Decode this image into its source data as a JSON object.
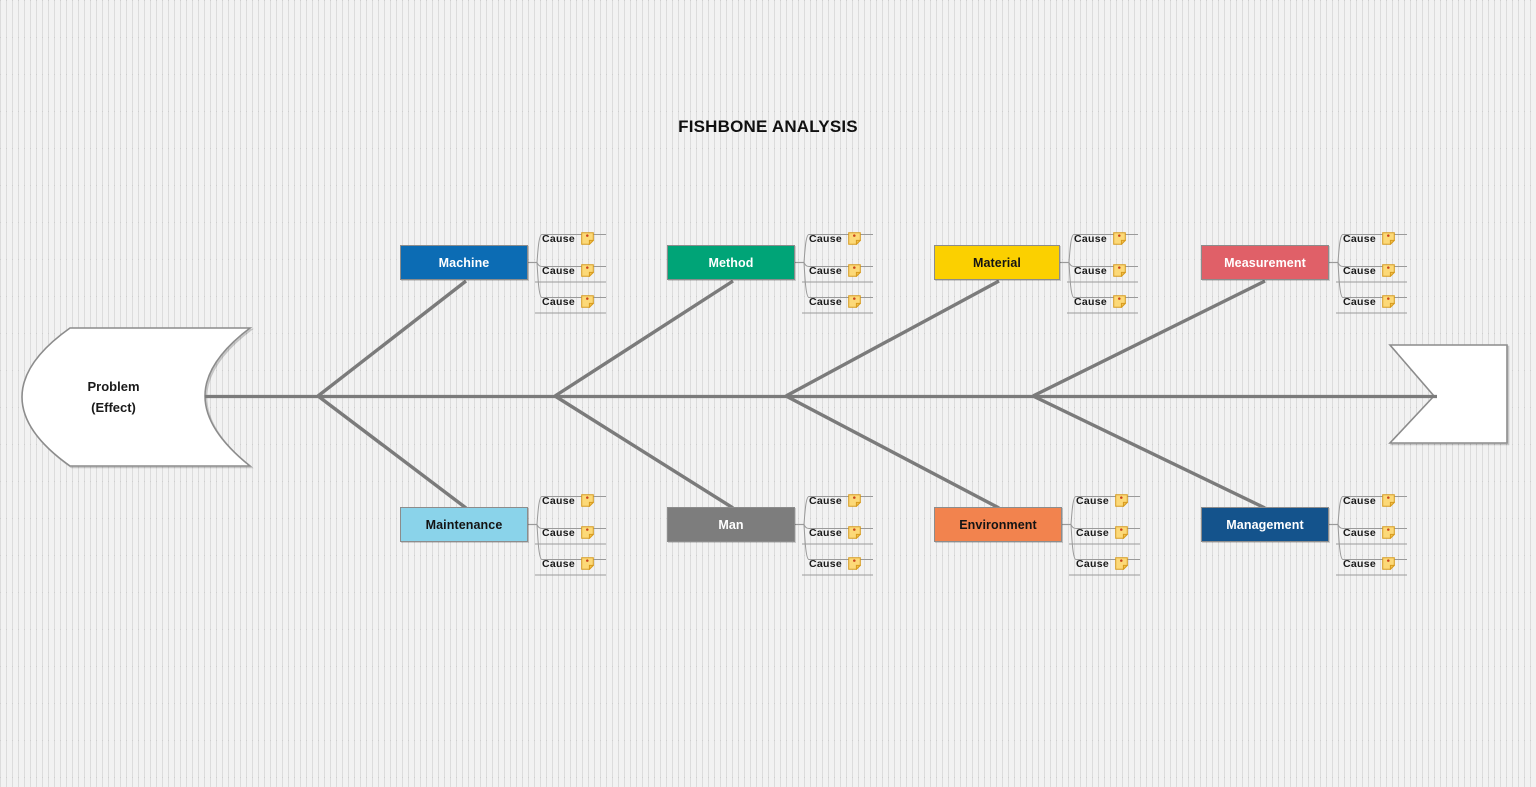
{
  "diagram": {
    "title": "FISHBONE ANALYSIS",
    "effect": {
      "label": "Problem\n(Effect)",
      "name": "problem-effect-shape"
    },
    "head": {
      "label": "",
      "name": "fish-head-shape"
    },
    "cause_label": "Cause",
    "cause_icon": "sticky-note-icon",
    "spine_color": "#7b7b7b",
    "background_color": "#f2f2f2",
    "categories": [
      {
        "id": "machine",
        "label": "Machine",
        "fill": "#0c6cb4",
        "text_color": "#ffffff",
        "row": "top",
        "causes": [
          "Cause",
          "Cause",
          "Cause"
        ]
      },
      {
        "id": "method",
        "label": "Method",
        "fill": "#00a477",
        "text_color": "#ffffff",
        "row": "top",
        "causes": [
          "Cause",
          "Cause",
          "Cause"
        ]
      },
      {
        "id": "material",
        "label": "Material",
        "fill": "#fbd000",
        "text_color": "#141414",
        "row": "top",
        "causes": [
          "Cause",
          "Cause",
          "Cause"
        ]
      },
      {
        "id": "measurement",
        "label": "Measurement",
        "fill": "#e06068",
        "text_color": "#ffffff",
        "row": "top",
        "causes": [
          "Cause",
          "Cause",
          "Cause"
        ]
      },
      {
        "id": "maintenance",
        "label": "Maintenance",
        "fill": "#8ad3ea",
        "text_color": "#141414",
        "row": "bottom",
        "causes": [
          "Cause",
          "Cause",
          "Cause"
        ]
      },
      {
        "id": "man",
        "label": "Man",
        "fill": "#7d7d7d",
        "text_color": "#ffffff",
        "row": "bottom",
        "causes": [
          "Cause",
          "Cause",
          "Cause"
        ]
      },
      {
        "id": "environment",
        "label": "Environment",
        "fill": "#f2834e",
        "text_color": "#141414",
        "row": "bottom",
        "causes": [
          "Cause",
          "Cause",
          "Cause"
        ]
      },
      {
        "id": "management",
        "label": "Management",
        "fill": "#14538c",
        "text_color": "#ffffff",
        "row": "bottom",
        "causes": [
          "Cause",
          "Cause",
          "Cause"
        ]
      }
    ]
  }
}
